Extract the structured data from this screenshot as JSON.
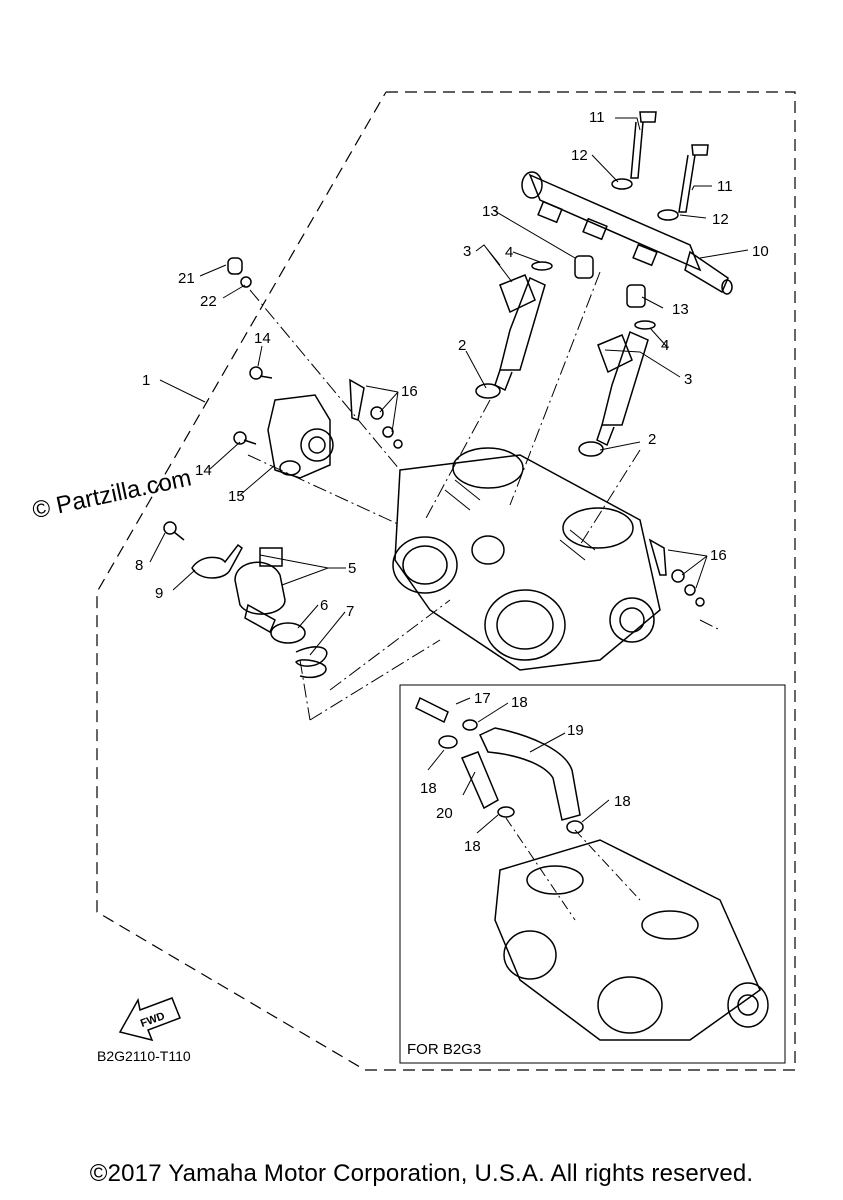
{
  "watermark": "© Partzilla.com",
  "diagram_code": "B2G2110-T110",
  "fwd_label": "FWD",
  "variant_label": "FOR B2G3",
  "copyright": "©2017 Yamaha Motor Corporation, U.S.A. All rights reserved.",
  "callouts": {
    "c1": "1",
    "c2a": "2",
    "c2b": "2",
    "c3a": "3",
    "c3b": "3",
    "c4a": "4",
    "c4b": "4",
    "c5": "5",
    "c6": "6",
    "c7": "7",
    "c8": "8",
    "c9": "9",
    "c10": "10",
    "c11a": "11",
    "c11b": "11",
    "c12a": "12",
    "c12b": "12",
    "c13a": "13",
    "c13b": "13",
    "c14a": "14",
    "c14b": "14",
    "c15": "15",
    "c16a": "16",
    "c16b": "16",
    "c17": "17",
    "c18a": "18",
    "c18b": "18",
    "c18c": "18",
    "c18d": "18",
    "c19": "19",
    "c20": "20",
    "c21": "21",
    "c22": "22"
  }
}
